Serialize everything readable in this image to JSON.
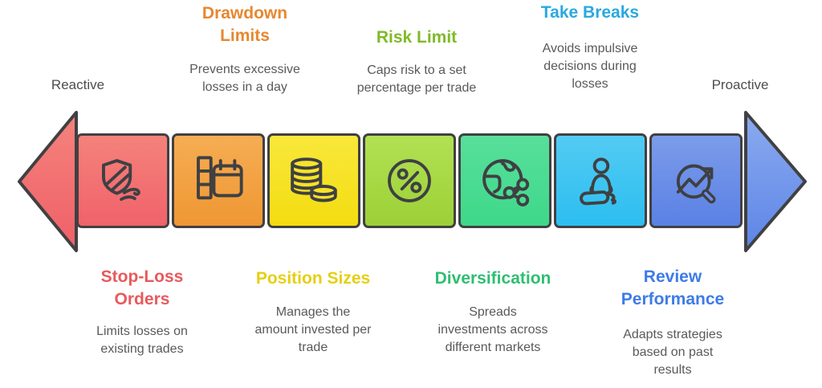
{
  "diagram": {
    "type": "arrow-spectrum",
    "scale": {
      "left_label": "Reactive",
      "right_label": "Proactive"
    },
    "outline_color": "#414042",
    "icon_stroke_color": "#3F4043",
    "description_color": "#58595B",
    "scale_label_color": "#4D4D4F",
    "arrow": {
      "left_head_gradient": [
        "#F4837C",
        "#EF6068"
      ],
      "right_head_gradient": [
        "#8BAAEF",
        "#5D85E7"
      ]
    },
    "strategies": [
      {
        "title": "Stop-Loss\nOrders",
        "description": "Limits losses on\nexisting trades",
        "label_position": "bottom",
        "title_color": "#E85A5C",
        "segment_gradient": [
          "#F5827B",
          "#F0626A"
        ],
        "icon": "shield-wind-icon"
      },
      {
        "title": "Drawdown\nLimits",
        "description": "Prevents excessive\nlosses in a day",
        "label_position": "top",
        "title_color": "#E8872F",
        "segment_gradient": [
          "#F6AD53",
          "#EF9733"
        ],
        "icon": "chart-calendar-icon"
      },
      {
        "title": "Position Sizes",
        "description": "Manages the\namount invested per\ntrade",
        "label_position": "bottom",
        "title_color": "#E6CF12",
        "segment_gradient": [
          "#F9E83B",
          "#F3DC10"
        ],
        "icon": "coins-icon"
      },
      {
        "title": "Risk Limit",
        "description": "Caps risk to a set\npercentage per trade",
        "label_position": "top",
        "title_color": "#80BA28",
        "segment_gradient": [
          "#B2E153",
          "#9CD037"
        ],
        "icon": "percent-icon"
      },
      {
        "title": "Diversification",
        "description": "Spreads\ninvestments across\ndifferent markets",
        "label_position": "bottom",
        "title_color": "#2EBE71",
        "segment_gradient": [
          "#58DF9B",
          "#3ED88A"
        ],
        "icon": "globe-share-icon"
      },
      {
        "title": "Take Breaks",
        "description": "Avoids impulsive\ndecisions during\nlosses",
        "label_position": "top",
        "title_color": "#29A9E0",
        "segment_gradient": [
          "#53CBF3",
          "#2CBEF0"
        ],
        "icon": "meditation-icon"
      },
      {
        "title": "Review\nPerformance",
        "description": "Adapts strategies\nbased on past\nresults",
        "label_position": "bottom",
        "title_color": "#3E7BE8",
        "segment_gradient": [
          "#7C9CEA",
          "#5A81E5"
        ],
        "icon": "search-trend-icon"
      }
    ]
  }
}
